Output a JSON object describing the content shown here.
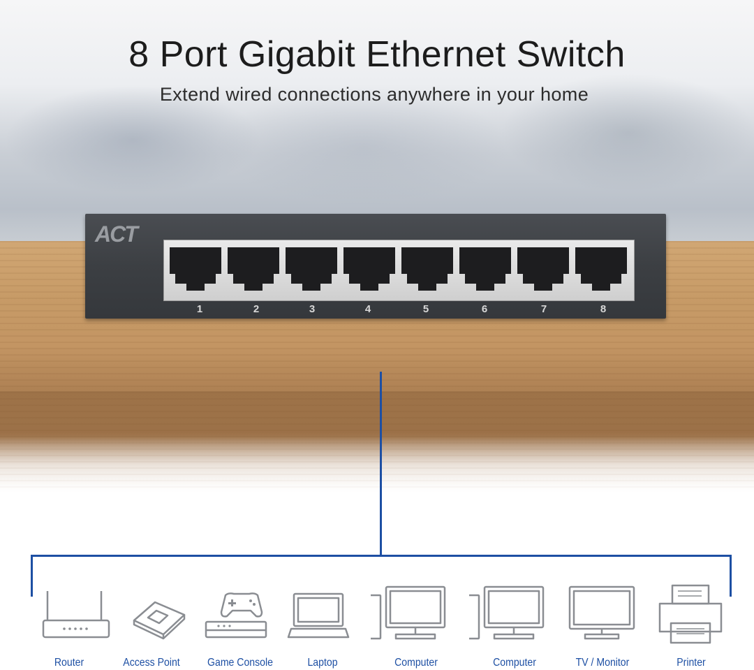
{
  "header": {
    "title": "8 Port Gigabit Ethernet Switch",
    "subtitle": "Extend wired connections anywhere in your home"
  },
  "switch": {
    "brand": "ACT",
    "ports": [
      "1",
      "2",
      "3",
      "4",
      "5",
      "6",
      "7",
      "8"
    ]
  },
  "devices": [
    {
      "label": "Router",
      "icon": "router-icon"
    },
    {
      "label": "Access Point",
      "icon": "access-point-icon"
    },
    {
      "label": "Game Console",
      "icon": "game-console-icon"
    },
    {
      "label": "Laptop",
      "icon": "laptop-icon"
    },
    {
      "label": "Computer",
      "icon": "computer-icon"
    },
    {
      "label": "Computer",
      "icon": "computer-icon"
    },
    {
      "label": "TV / Monitor",
      "icon": "tv-monitor-icon"
    },
    {
      "label": "Printer",
      "icon": "printer-icon"
    }
  ],
  "colors": {
    "accent": "#1d4fa3",
    "switch_body": "#3c3f43",
    "icon_stroke": "#8a8d92"
  }
}
